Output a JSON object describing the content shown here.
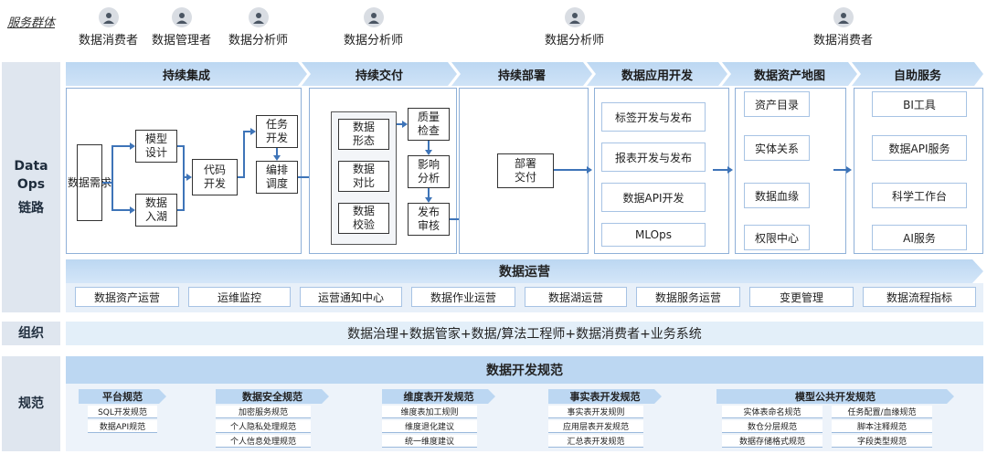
{
  "users": {
    "label": "服务群体",
    "items": [
      "数据消费者",
      "数据管理者",
      "数据分析师",
      "数据分析师",
      "数据分析师",
      "数据消费者"
    ]
  },
  "sides": {
    "dataops": [
      "Data",
      "Ops",
      "链路"
    ],
    "org": "组织",
    "spec": "规范"
  },
  "stages": [
    "持续集成",
    "持续交付",
    "持续部署",
    "数据应用开发",
    "数据资产地图",
    "自助服务"
  ],
  "ci": {
    "req": "数据需求",
    "model": "模型\n设计",
    "ingest": "数据\n入湖",
    "code": "代码\n开发",
    "task": "任务\n开发",
    "schedule": "编排\n调度"
  },
  "cd": {
    "form": "数据\n形态",
    "compare": "数据\n对比",
    "verify": "数据\n校验",
    "quality": "质量\n检查",
    "impact": "影响\n分析",
    "review": "发布\n审核"
  },
  "deploy": {
    "box": "部署\n交付"
  },
  "appdev": [
    "标签开发与发布",
    "报表开发与发布",
    "数据API开发",
    "MLOps"
  ],
  "assetmap": [
    "资产目录",
    "实体关系",
    "数据血缘",
    "权限中心"
  ],
  "selfservice": [
    "BI工具",
    "数据API服务",
    "科学工作台",
    "AI服务"
  ],
  "ops": {
    "title": "数据运营",
    "items": [
      "数据资产运营",
      "运维监控",
      "运营通知中心",
      "数据作业运营",
      "数据湖运营",
      "数据服务运营",
      "变更管理",
      "数据流程指标"
    ]
  },
  "org": {
    "text": "数据治理+数据管家+数据/算法工程师+数据消费者+业务系统"
  },
  "spec": {
    "title": "数据开发规范",
    "cols": [
      {
        "title": "平台规范",
        "items": [
          "SQL开发规范",
          "数据API规范"
        ]
      },
      {
        "title": "数据安全规范",
        "items": [
          "加密服务规范",
          "个人隐私处理规范",
          "个人信息处理规范"
        ]
      },
      {
        "title": "维度表开发规范",
        "items": [
          "维度表加工规则",
          "维度退化建议",
          "统一维度建议"
        ]
      },
      {
        "title": "事实表开发规范",
        "items": [
          "事实表开发规则",
          "应用层表开发规范",
          "汇总表开发规范"
        ]
      },
      {
        "title": "模型公共开发规范",
        "items": [
          "实体表命名规范",
          "任务配置/血缘规范",
          "数仓分层规范",
          "脚本注释规范",
          "数据存储格式规范",
          "字段类型规范"
        ]
      }
    ]
  },
  "colors": {
    "accent": "#3e74b8",
    "stage": "#bcd7f2",
    "side": "#dfe6ef"
  }
}
